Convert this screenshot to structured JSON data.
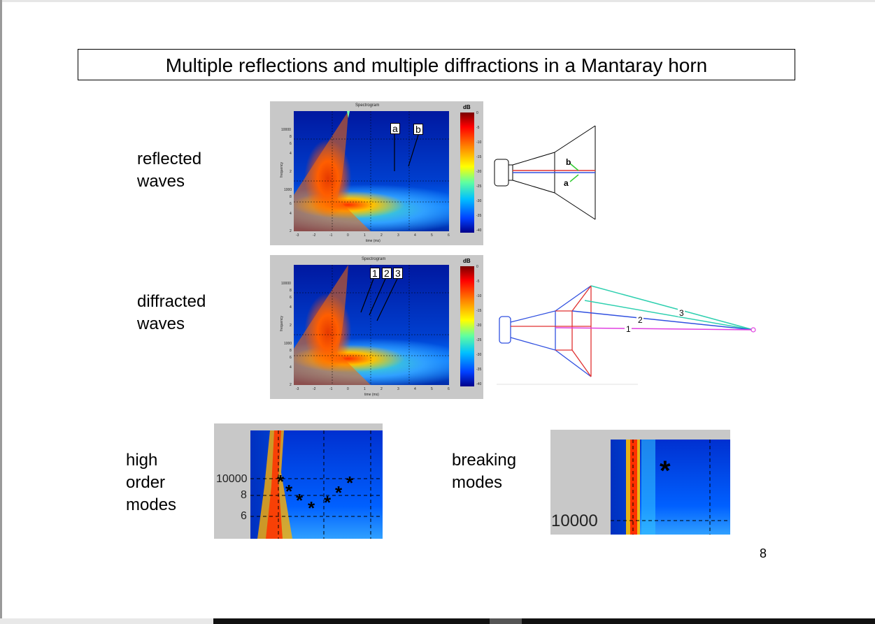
{
  "slide": {
    "title": "Multiple reflections and multiple diffractions in a Mantaray horn",
    "page_number": "8"
  },
  "labels": {
    "reflected": [
      "reflected",
      "waves"
    ],
    "diffracted": [
      "diffracted",
      "waves"
    ],
    "high_order": [
      "high",
      "order",
      "modes"
    ],
    "breaking": [
      "breaking",
      "modes"
    ]
  },
  "spectrogram_top": {
    "title": "Spectrogram",
    "colorbar_label": "dB",
    "colorbar_ticks": [
      "0",
      "-5",
      "-10",
      "-15",
      "-20",
      "-25",
      "-30",
      "-35",
      "-40"
    ],
    "y_ticks": [
      "10000",
      "8",
      "6",
      "4",
      "2",
      "1000",
      "8",
      "6",
      "4",
      "2"
    ],
    "x_ticks": [
      "-3",
      "-2",
      "-1",
      "0",
      "1",
      "2",
      "3",
      "4",
      "5",
      "6"
    ],
    "xlabel": "time (ms)",
    "ylabel": "frequency",
    "callouts": [
      "a",
      "b"
    ]
  },
  "spectrogram_bottom": {
    "title": "Spectrogram",
    "colorbar_label": "dB",
    "colorbar_ticks": [
      "0",
      "-5",
      "-10",
      "-15",
      "-20",
      "-25",
      "-30",
      "-35",
      "-40"
    ],
    "y_ticks": [
      "10000",
      "8",
      "6",
      "4",
      "2",
      "1000",
      "8",
      "6",
      "4",
      "2"
    ],
    "x_ticks": [
      "-3",
      "-2",
      "-1",
      "0",
      "1",
      "2",
      "3",
      "4",
      "5",
      "6"
    ],
    "xlabel": "time (ms)",
    "ylabel": "frequency",
    "callouts": [
      "1",
      "2",
      "3"
    ]
  },
  "horn_reflection": {
    "labels": [
      "b",
      "a"
    ],
    "colors": {
      "reflection": "#3050e0",
      "incident": "#e03030",
      "marker": "#33cc33"
    }
  },
  "horn_diffraction": {
    "labels": [
      "1",
      "2",
      "3"
    ],
    "colors": {
      "horn_front": "#3050e0",
      "horn_rear": "#e03030",
      "path1": "#e040e0",
      "path2": "#3050e0",
      "path3": "#30d0b0"
    }
  },
  "zoom_high_order": {
    "y_ticks": [
      "10000",
      "8",
      "6"
    ]
  },
  "zoom_breaking": {
    "y_ticks": [
      "10000"
    ]
  }
}
